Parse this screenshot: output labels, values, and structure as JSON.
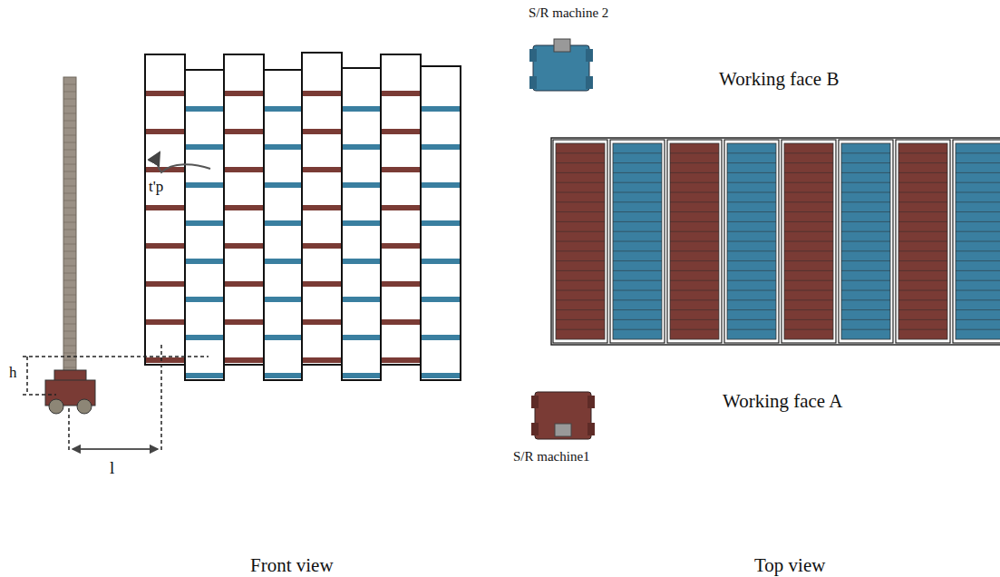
{
  "diagram": {
    "labels": [
      "S/R machine 2",
      "Working face B",
      "h",
      "t'p",
      "l",
      "Working face A",
      "S/R machine1",
      "Front view",
      "Top view"
    ]
  }
}
